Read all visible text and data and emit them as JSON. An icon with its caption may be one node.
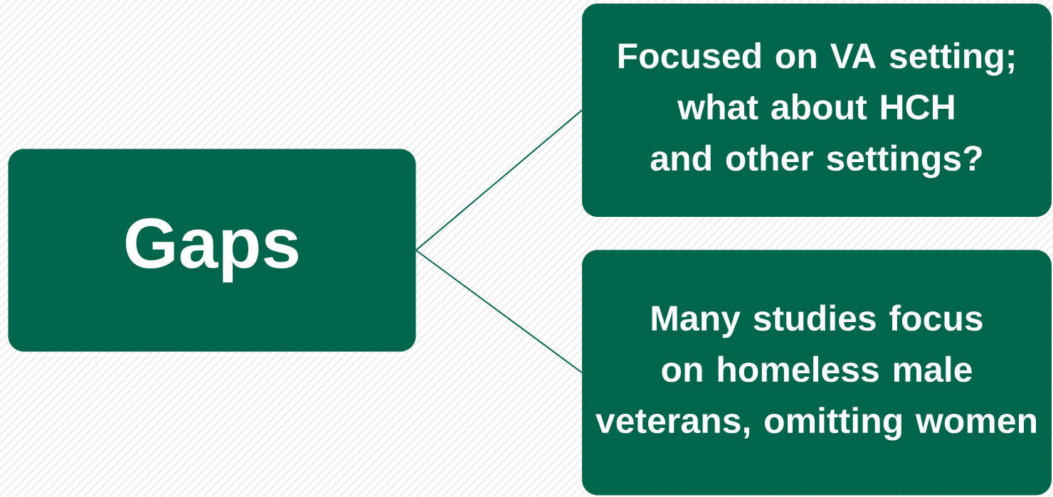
{
  "diagram": {
    "nodes": [
      {
        "text": [
          "Gaps"
        ]
      },
      {
        "text": [
          "Focused on VA setting; what about HCH and other settings?"
        ]
      },
      {
        "text": [
          "Many studies focus on homeless male veterans, omitting women"
        ]
      }
    ],
    "edges": [
      {
        "from": 0,
        "to": 1,
        "arrow": "none"
      },
      {
        "from": 0,
        "to": 2,
        "arrow": "none"
      }
    ]
  }
}
